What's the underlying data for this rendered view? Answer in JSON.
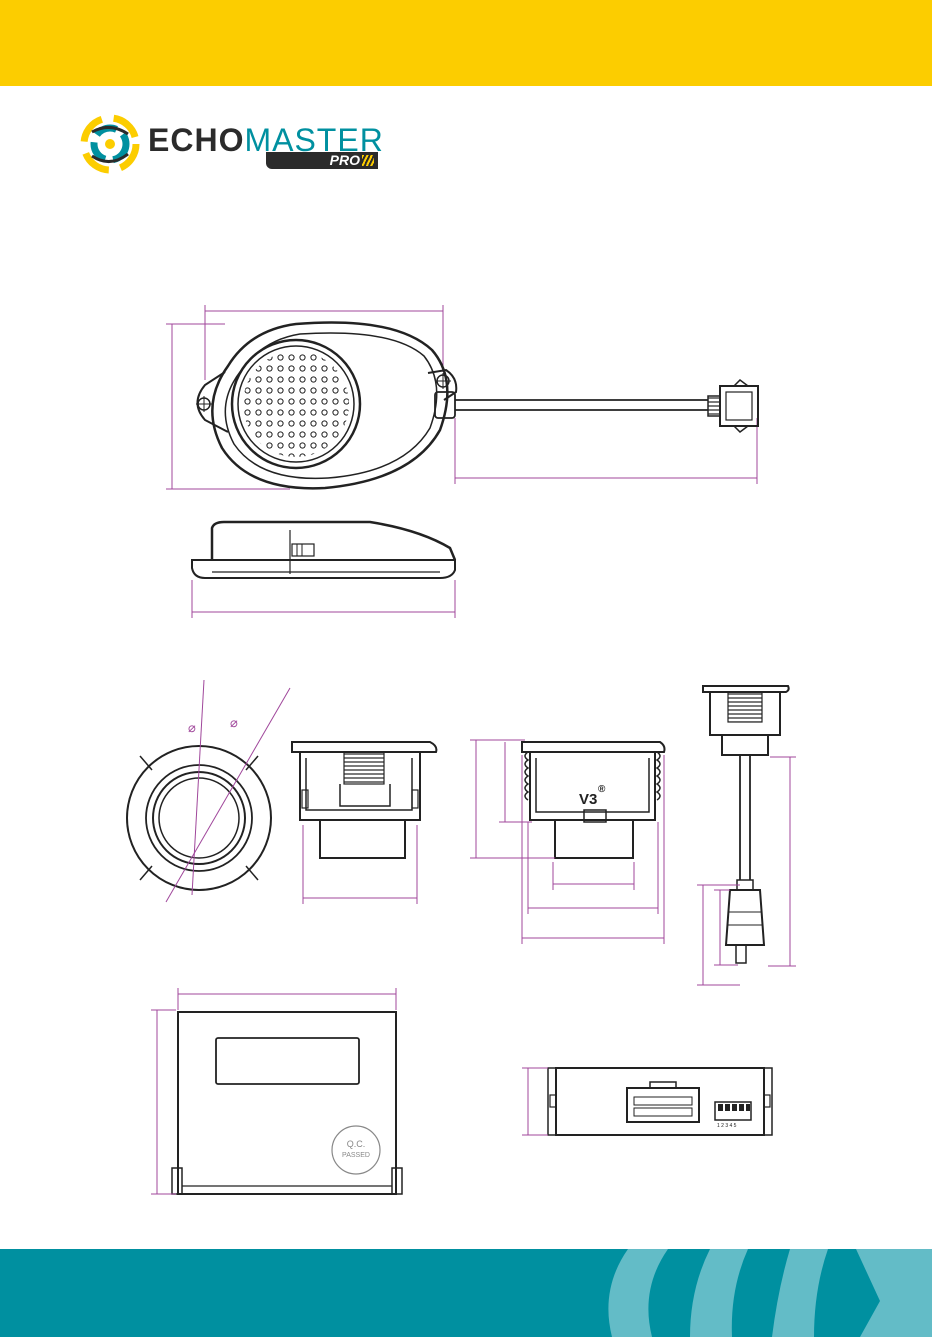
{
  "brand": {
    "name_part1": "ECHO",
    "name_part2": "MASTER",
    "tagline": "PRO"
  },
  "labels": {
    "diameter_symbol_1": "⌀",
    "diameter_symbol_2": "⌀",
    "sensor_model": "V3",
    "sensor_model_mark": "®",
    "sticker_line1": "Q.C.",
    "sticker_line2": "PASSED",
    "dip_switch_numbers": "1 2 3 4 5"
  },
  "colors": {
    "header_yellow": "#fccd00",
    "footer_teal": "#0090a0",
    "dimension_lines": "#a0479b",
    "outline": "#222222",
    "footer_waves": "#63bcc7"
  }
}
